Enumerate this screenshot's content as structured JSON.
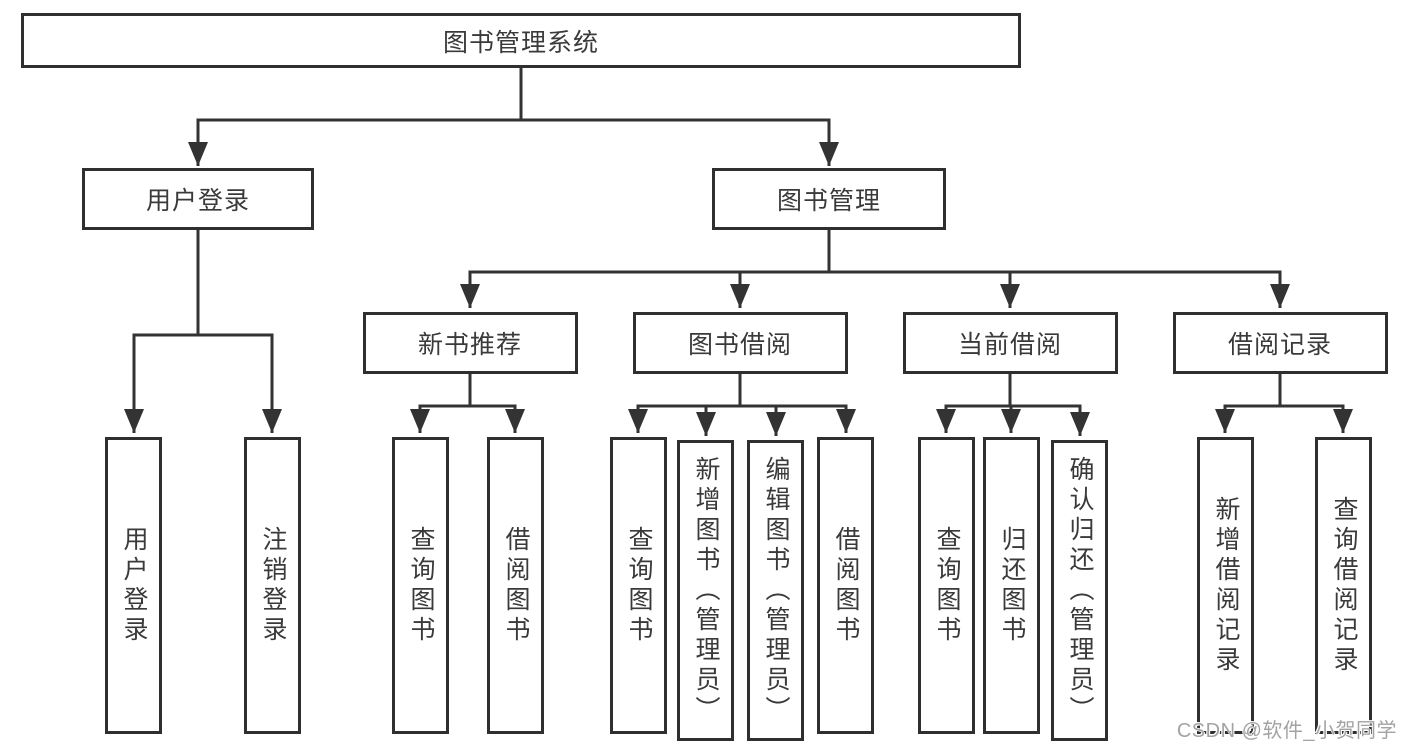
{
  "colors": {
    "background": "#ffffff",
    "line": "#333333",
    "box_border": "#2f2f2f",
    "text": "#3a3a3a",
    "watermark_text": "#a3a3a3"
  },
  "watermark": {
    "text": "CSDN @软件_小贺同学"
  },
  "nodes": {
    "root": "图书管理系统",
    "level2": {
      "user_login": "用户登录",
      "book_management": "图书管理"
    },
    "level3": {
      "new_book_recommend": "新书推荐",
      "book_borrowing": "图书借阅",
      "current_borrowing": "当前借阅",
      "borrowing_records": "借阅记录"
    },
    "leaves": {
      "user_login": "用户登录",
      "logout": "注销登录",
      "nbr_query_books": "查询图书",
      "nbr_borrow_books": "借阅图书",
      "bb_query_books": "查询图书",
      "bb_add_books_admin": "新增图书（管理员）",
      "bb_edit_books_admin": "编辑图书（管理员）",
      "bb_borrow_books": "借阅图书",
      "cb_query_books": "查询图书",
      "cb_return_books": "归还图书",
      "cb_confirm_return_admin": "确认归还（管理员）",
      "br_add_record": "新增借阅记录",
      "br_query_record": "查询借阅记录"
    }
  }
}
